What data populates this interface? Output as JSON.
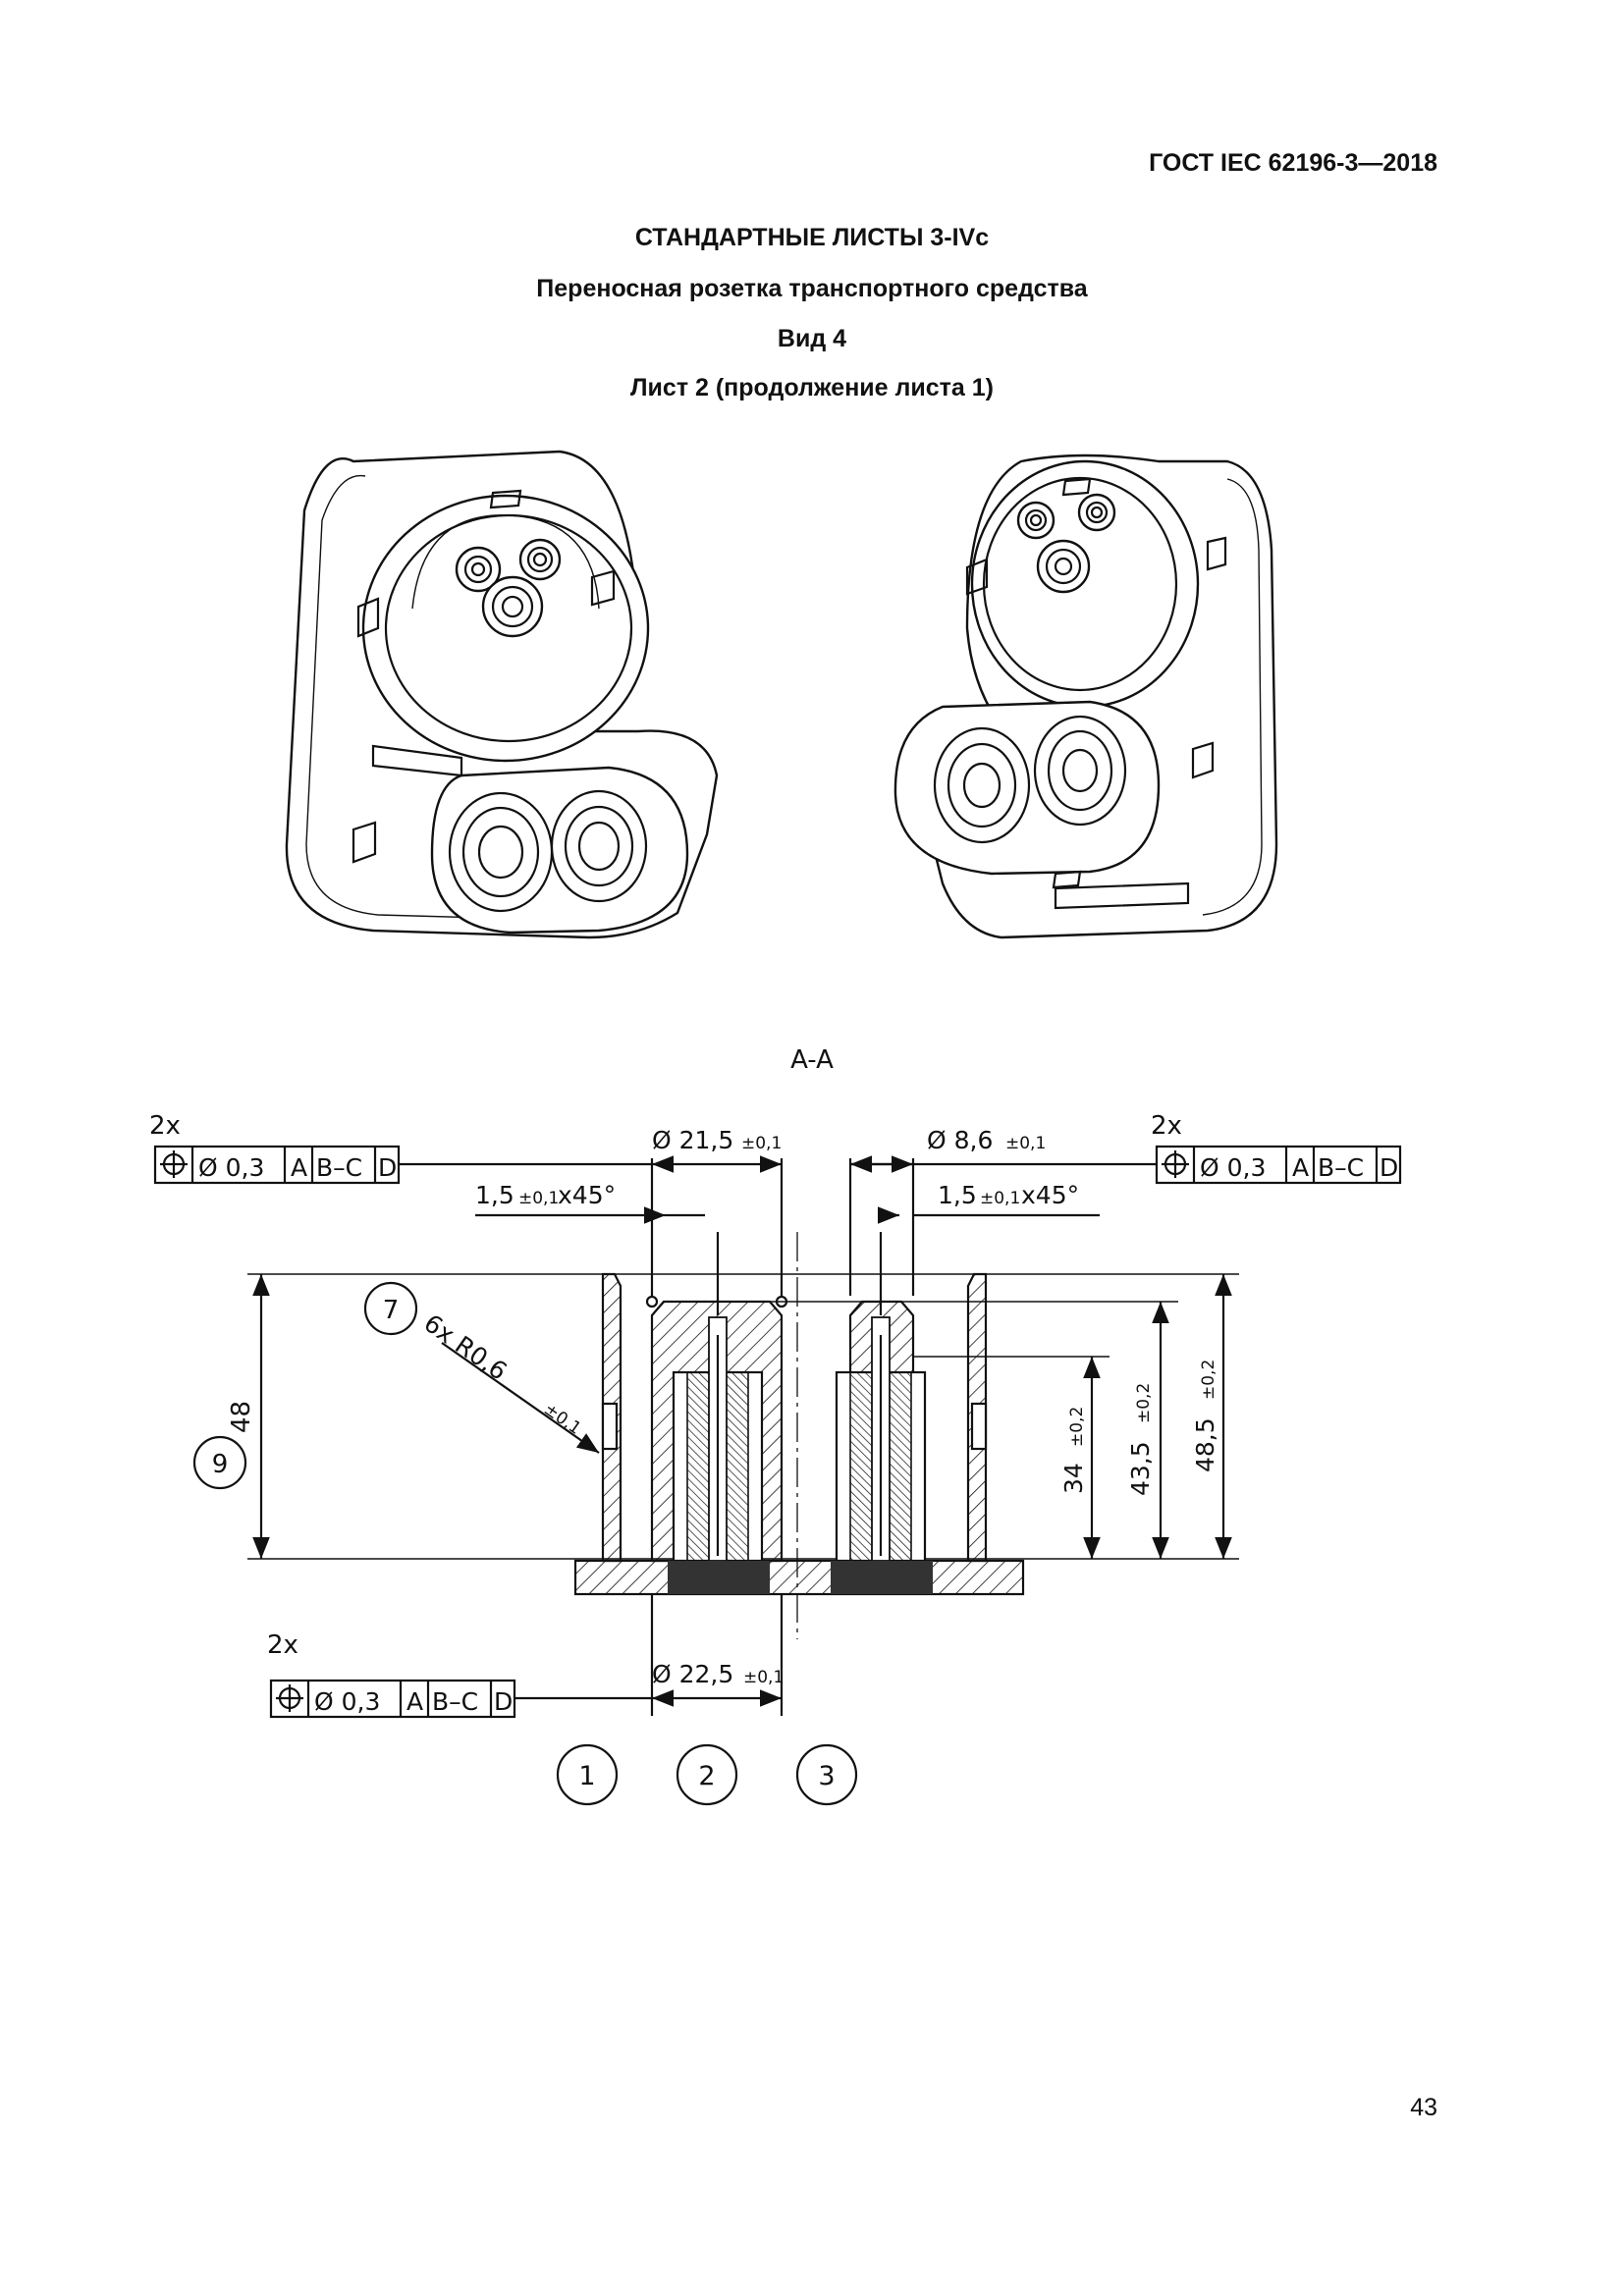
{
  "header": {
    "standard_code": "ГОСТ IEC 62196-3—2018",
    "title_line1": "СТАНДАРТНЫЕ ЛИСТЫ 3-IVc",
    "title_line2": "Переносная розетка транспортного средства",
    "title_line3": "Вид 4",
    "title_line4": "Лист 2 (продолжение листа 1)"
  },
  "section": {
    "label": "A-A"
  },
  "tolerance_frames": [
    {
      "count": "2x",
      "symbol": "⌖",
      "cells": [
        "Ø 0,3",
        "A",
        "B–C",
        "D"
      ]
    },
    {
      "count": "2x",
      "symbol": "⌖",
      "cells": [
        "Ø 0,3",
        "A",
        "B–C",
        "D"
      ]
    },
    {
      "count": "2x",
      "symbol": "⌖",
      "cells": [
        "Ø 0,3",
        "A",
        "B–C",
        "D"
      ]
    }
  ],
  "dimensions": {
    "dia_top_left": "Ø 21,5",
    "dia_top_left_tol": "±0,1",
    "dia_top_right": "Ø 8,6",
    "dia_top_right_tol": "±0,1",
    "chamfer_left": "1,5",
    "chamfer_left_tol": "±0,1",
    "chamfer_left_angle": "x45°",
    "chamfer_right": "1,5",
    "chamfer_right_tol": "±0,1",
    "chamfer_right_angle": "x45°",
    "radius": "6x  R0,6",
    "radius_tol": "±0,1",
    "height_left": "48",
    "height_34": "34",
    "height_34_tol": "±0,2",
    "height_43": "43,5",
    "height_43_tol": "±0,2",
    "height_48": "48,5",
    "height_48_tol": "±0,2",
    "dia_bottom": "Ø 22,5",
    "dia_bottom_tol": "±0,1"
  },
  "balloons": [
    "7",
    "9",
    "1",
    "2",
    "3"
  ],
  "page_number": "43"
}
